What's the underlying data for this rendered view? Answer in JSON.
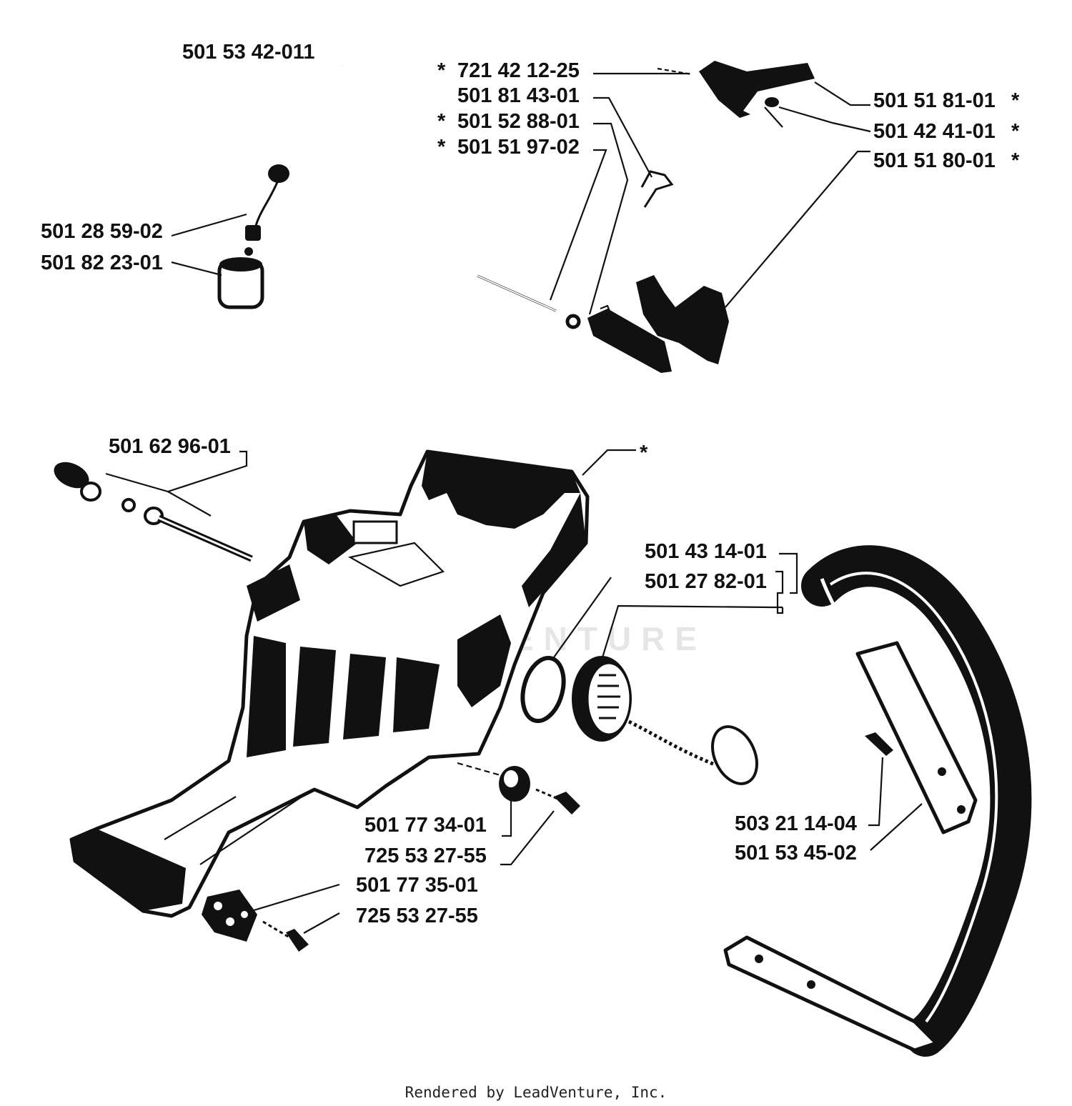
{
  "footer": "Rendered by LeadVenture, Inc.",
  "watermark": "LEADVENTURE",
  "asterisk": "*",
  "labels": {
    "p1": "501 53 42-011",
    "p2": "501 28 59-02",
    "p3": "501 82 23-01",
    "p4": "721 42 12-25",
    "p5": "501 81 43-01",
    "p6": "501 52 88-01",
    "p7": "501 51 97-02",
    "p8": "501 51 81-01",
    "p9": "501 42 41-01",
    "p10": "501 51 80-01",
    "p11": "501 62 96-01",
    "p12": "501 43 14-01",
    "p13": "501 27 82-01",
    "p14": "501 77 34-01",
    "p15": "725 53 27-55",
    "p16": "501 77 35-01",
    "p17": "725 53 27-55",
    "p18": "503 21 14-04",
    "p19": "501 53 45-02"
  }
}
